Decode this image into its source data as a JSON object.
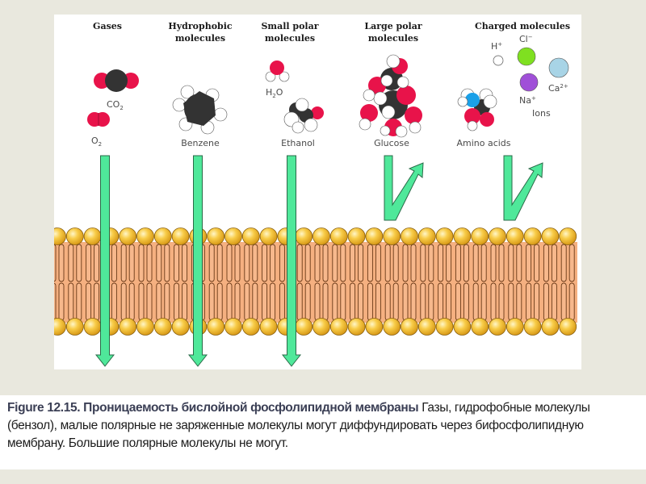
{
  "figure": {
    "categories": [
      {
        "id": "gases",
        "header_lines": [
          "Gases"
        ],
        "permeable": true,
        "molecules": [
          {
            "name": "CO2",
            "base": "CO",
            "sub": "2"
          },
          {
            "name": "O2",
            "base": "O",
            "sub": "2"
          }
        ]
      },
      {
        "id": "hydrophobic",
        "header_lines": [
          "Hydrophobic",
          "molecules"
        ],
        "permeable": true,
        "molecules": [
          {
            "name": "Benzene",
            "base": "Benzene",
            "sub": ""
          }
        ]
      },
      {
        "id": "small-polar",
        "header_lines": [
          "Small polar",
          "molecules"
        ],
        "permeable": true,
        "molecules": [
          {
            "name": "H2O",
            "base": "H",
            "sub": "2",
            "tail": "O"
          },
          {
            "name": "Ethanol",
            "base": "Ethanol",
            "sub": ""
          }
        ]
      },
      {
        "id": "large-polar",
        "header_lines": [
          "Large polar",
          "molecules"
        ],
        "permeable": false,
        "molecules": [
          {
            "name": "Glucose",
            "base": "Glucose",
            "sub": ""
          }
        ]
      },
      {
        "id": "charged",
        "header_lines": [
          "Charged molecules"
        ],
        "permeable": false,
        "molecules": [
          {
            "name": "Amino acids",
            "base": "Amino acids",
            "sub": ""
          }
        ],
        "ions": [
          {
            "symbol": "H",
            "charge": "+",
            "color": "#ffffff"
          },
          {
            "symbol": "Cl",
            "charge": "−",
            "color": "#7fe020"
          },
          {
            "symbol": "Na",
            "charge": "+",
            "color": "#a050d8"
          },
          {
            "symbol": "Ca",
            "charge": "2+",
            "color": "#a8d4e6"
          }
        ],
        "ions_label": "Ions"
      }
    ],
    "colors": {
      "oxygen": "#e8134a",
      "carbon": "#333333",
      "hydrogen": "#ffffff",
      "nitrogen": "#1aa0e8",
      "arrow": "#4fe89a",
      "lipid_head": "#f7c640",
      "lipid_tail": "#f5b080"
    }
  },
  "caption": {
    "bold": "Figure 12.15. Проницаемость бислойной фосфолипидной мембраны",
    "text": " Газы, гидрофобные молекулы (бензол), малые полярные не заряженные молекулы могут диффундировать через бифосфолипидную мембрану. Большие полярные молекулы не могут."
  }
}
